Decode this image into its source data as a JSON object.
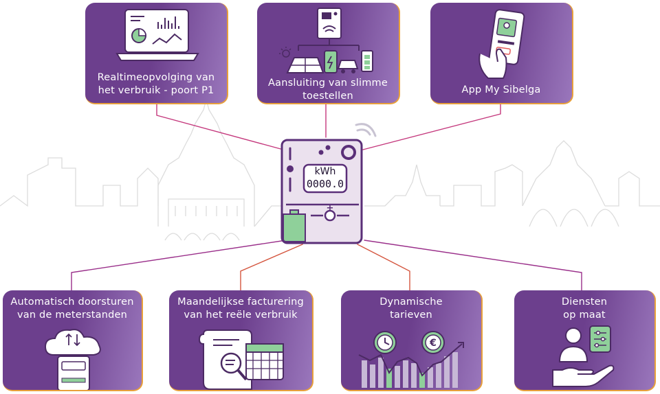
{
  "top_cards": [
    {
      "label": "Realtimeopvolging van\nhet verbruik - poort P1",
      "icon": "laptop-dashboard-icon"
    },
    {
      "label": "Aansluiting van slimme\ntoestellen",
      "icon": "smart-devices-icon"
    },
    {
      "label": "App My Sibelga",
      "icon": "phone-app-icon"
    }
  ],
  "meter": {
    "unit": "kWh",
    "reading": "0000.0",
    "icon": "smart-meter-icon",
    "symbol": "+"
  },
  "bottom_cards": [
    {
      "label": "Automatisch doorsturen\nvan de meterstanden",
      "icon": "cloud-meter-icon"
    },
    {
      "label": "Maandelijkse facturering\nvan het reële verbruik",
      "icon": "invoice-calendar-icon"
    },
    {
      "label": "Dynamische\ntarieven",
      "icon": "clock-euro-chart-icon"
    },
    {
      "label": "Diensten\nop maat",
      "icon": "person-hand-settings-icon"
    }
  ],
  "colors": {
    "card_purple": "#6c3f8d",
    "card_light": "#9a77bc",
    "border_orange": "#e8a03a",
    "line_magenta": "#b1346d",
    "meter_bg": "#e7dcea",
    "meter_green": "#8fd09a"
  }
}
